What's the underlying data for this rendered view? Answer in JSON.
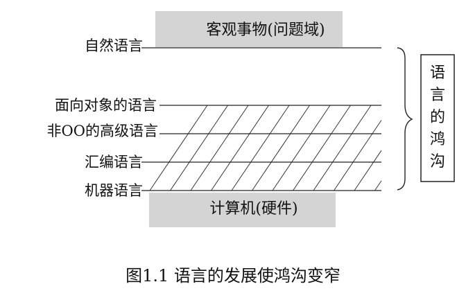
{
  "top_box": {
    "label": "客观事物(问题域)",
    "fill": "#d4d4d4"
  },
  "bottom_box": {
    "label": "计算机(硬件)",
    "fill": "#d4d4d4"
  },
  "levels": [
    {
      "label": "自然语言"
    },
    {
      "label": "面向对象的语言"
    },
    {
      "label": "非OO的高级语言"
    },
    {
      "label": "汇编语言"
    },
    {
      "label": "机器语言"
    }
  ],
  "side_box": {
    "chars": [
      "语",
      "言",
      "的",
      "鸿",
      "沟"
    ]
  },
  "caption": "图1.1  语言的发展使鸿沟变窄"
}
